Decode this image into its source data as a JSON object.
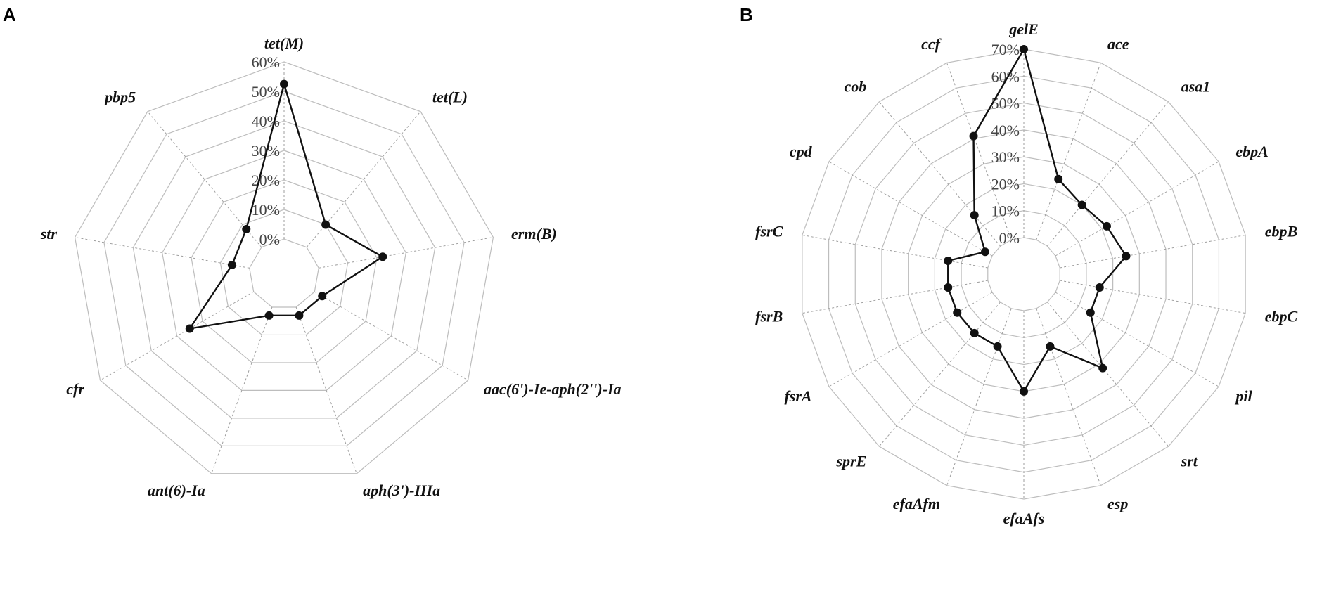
{
  "figure": {
    "panel_labels": [
      "A",
      "B"
    ]
  },
  "chart_data": [
    {
      "type": "radar",
      "panel": "A",
      "title": "",
      "axes": [
        "tet(M)",
        "tet(L)",
        "erm(B)",
        "aac(6')-Ie-aph(2'')-Ia",
        "aph(3')-IIIa",
        "ant(6)-Ia",
        "cfr",
        "str",
        "pbp5"
      ],
      "rlim": [
        0,
        60
      ],
      "ticks": [
        "0%",
        "10%",
        "20%",
        "30%",
        "40%",
        "50%",
        "60%"
      ],
      "grid": true,
      "series": [
        {
          "values": [
            52.5,
            10,
            22,
            3,
            3,
            3,
            25,
            6,
            8
          ]
        }
      ]
    },
    {
      "type": "radar",
      "panel": "B",
      "title": "",
      "axes": [
        "gelE",
        "ace",
        "asa1",
        "ebpA",
        "ebpB",
        "ebpC",
        "pil",
        "srt",
        "esp",
        "efaAfs",
        "efaAfm",
        "sprE",
        "fsrA",
        "fsrB",
        "fsrC",
        "cpd",
        "cob",
        "ccf"
      ],
      "rlim": [
        0,
        70
      ],
      "ticks": [
        "0%",
        "10%",
        "20%",
        "30%",
        "40%",
        "50%",
        "60%",
        "70%"
      ],
      "grid": true,
      "series": [
        {
          "values": [
            70,
            24,
            20,
            22,
            25,
            15,
            15,
            32,
            15,
            30,
            15,
            15,
            15,
            15,
            15,
            3,
            15,
            41
          ]
        }
      ]
    }
  ]
}
